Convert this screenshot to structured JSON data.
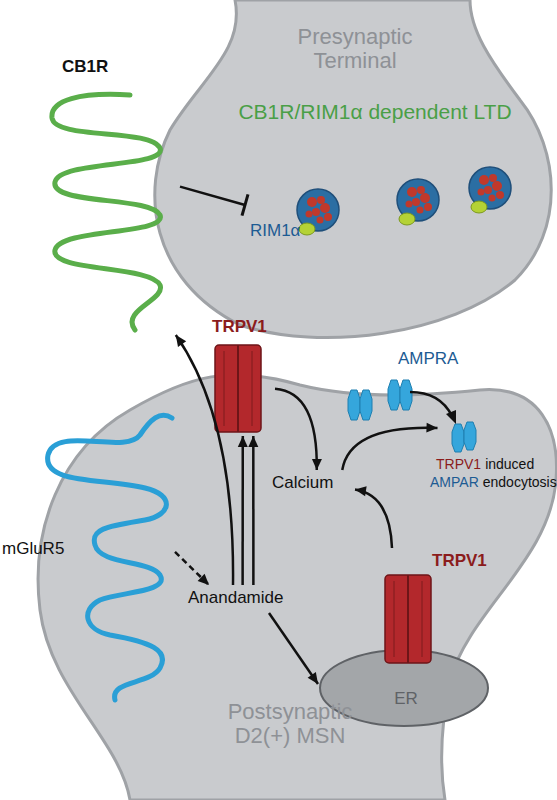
{
  "diagram": {
    "nodes": [
      {
        "text": [
          "Presynaptic Terminal",
          "CB1R/RIM1α dependent LTD"
        ]
      },
      {
        "text": [
          "RIM1α"
        ],
        "in": 0
      },
      {
        "text": [
          "CB1R"
        ]
      },
      {
        "text": [
          "Postsynaptic D2(+) MSN"
        ]
      },
      {
        "text": [
          "TRPV1"
        ],
        "in": 3
      },
      {
        "text": [
          "AMPRA"
        ],
        "in": 3
      },
      {
        "text": [
          "mGluR5"
        ]
      },
      {
        "text": [
          "Calcium"
        ],
        "in": 3
      },
      {
        "text": [
          "Anandamide"
        ],
        "in": 3
      },
      {
        "text": [
          "ER"
        ],
        "in": 3
      },
      {
        "text": [
          "TRPV1"
        ],
        "in": 9
      }
    ],
    "edges": [
      {
        "from": 2,
        "to": 1,
        "arrow": "to"
      },
      {
        "from": 6,
        "to": 8,
        "arrow": "to"
      },
      {
        "from": 8,
        "to": 2,
        "arrow": "to"
      },
      {
        "from": 8,
        "to": 4,
        "arrow": "to"
      },
      {
        "from": 8,
        "to": 4,
        "arrow": "to"
      },
      {
        "from": 8,
        "to": 9,
        "arrow": "to"
      },
      {
        "from": 4,
        "to": 7,
        "arrow": "to"
      },
      {
        "from": 10,
        "to": 7,
        "arrow": "to"
      },
      {
        "from": 7,
        "to": 5,
        "arrow": "to"
      }
    ],
    "labels": [
      "TRPV1",
      "induced",
      "AMPAR",
      "endocytosis"
    ]
  }
}
